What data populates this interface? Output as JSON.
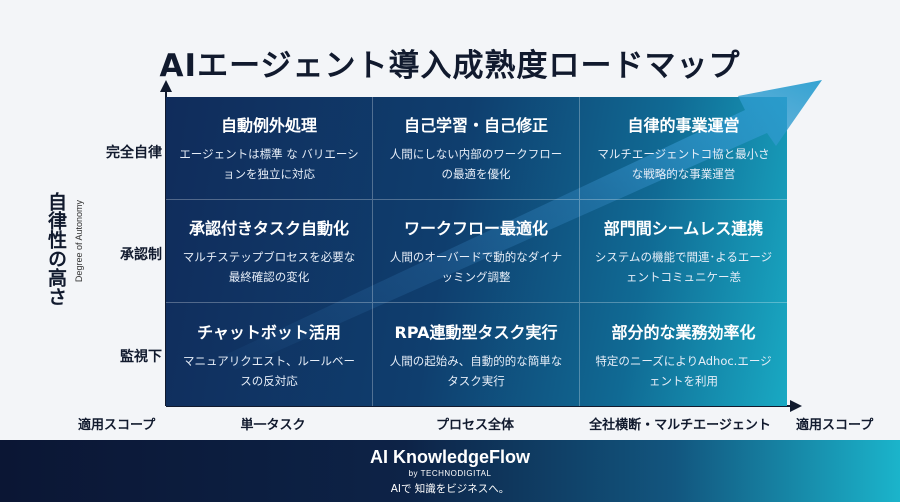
{
  "title": "AIエージェント導入成熟度ロードマップ",
  "y_axis": {
    "title": "自律性の高さ",
    "subtitle": "Degree of Autonomy",
    "rows": [
      "完全自律",
      "承認制",
      "監視下"
    ]
  },
  "x_axis": {
    "start_label": "適用スコープ",
    "columns": [
      "単一タスク",
      "プロセス全体",
      "全社横断・マルチエージェント"
    ],
    "end_label": "適用スコープ"
  },
  "cells": [
    [
      {
        "title": "自動例外処理",
        "desc": "エージェントは標準 な バリエーションを独立に対応"
      },
      {
        "title": "自己学習・自己修正",
        "desc": "人間にしない内部のワークフローの最適を優化"
      },
      {
        "title": "自律的事業運営",
        "desc": "マルチエージェントコ協と最小さな戦略的な事業運営"
      }
    ],
    [
      {
        "title": "承認付きタスク自動化",
        "desc": "マルチステップブロセスを必要な最終確認の変化"
      },
      {
        "title": "ワークフロー最適化",
        "desc": "人間のオーバードで動的なダイナッミング調整"
      },
      {
        "title": "部門間シームレス連携",
        "desc": "システムの機能で間連･よるエージェントコミュニケー恙"
      }
    ],
    [
      {
        "title": "チャットボット活用",
        "desc": "マニュアリクエスト、ルールベースの反対応"
      },
      {
        "title": "RPA連動型タスク実行",
        "desc": "人間の起始み、自動的的な簡単なタスク実行"
      },
      {
        "title": "部分的な業務効率化",
        "desc": "特定のニーズによりAdhoc.エージェントを利用"
      }
    ]
  ],
  "footer": {
    "brand": "AI KnowledgeFlow",
    "by": "by TECHNODIGITAL",
    "tagline": "AIで 知識をビジネスへ。"
  },
  "colors": {
    "grid_dark": "#102c5b",
    "grid_light": "#19a9c3",
    "text_dark": "#111a2e"
  },
  "icons": [
    "growth-arrow"
  ]
}
